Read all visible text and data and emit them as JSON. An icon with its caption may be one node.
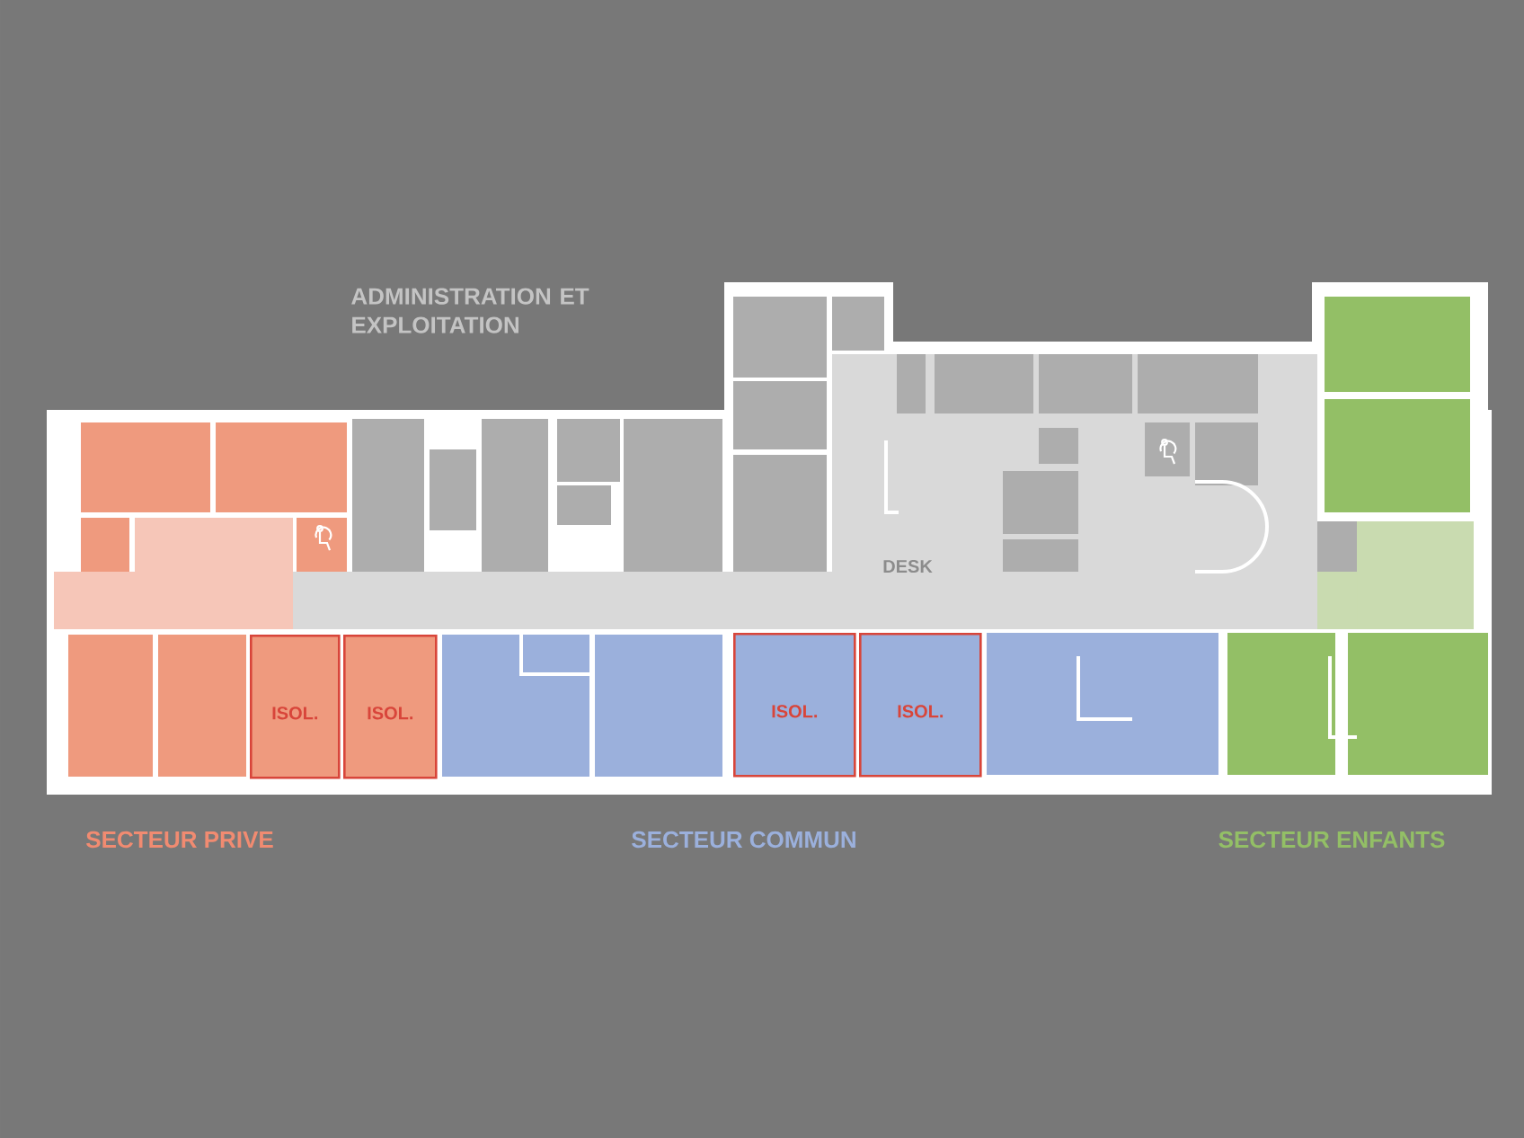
{
  "diagram": {
    "nodes": [
      {
        "text": [
          "ISOL."
        ]
      },
      {
        "text": [
          "ISOL."
        ]
      },
      {
        "text": [
          "ISOL."
        ]
      },
      {
        "text": [
          "ISOL."
        ]
      }
    ],
    "labels": [
      "ADMINISTRATION ET EXPLOITATION",
      "DESK",
      "SECTEUR PRIVE",
      "SECTEUR COMMUN",
      "SECTEUR ENFANTS"
    ]
  }
}
